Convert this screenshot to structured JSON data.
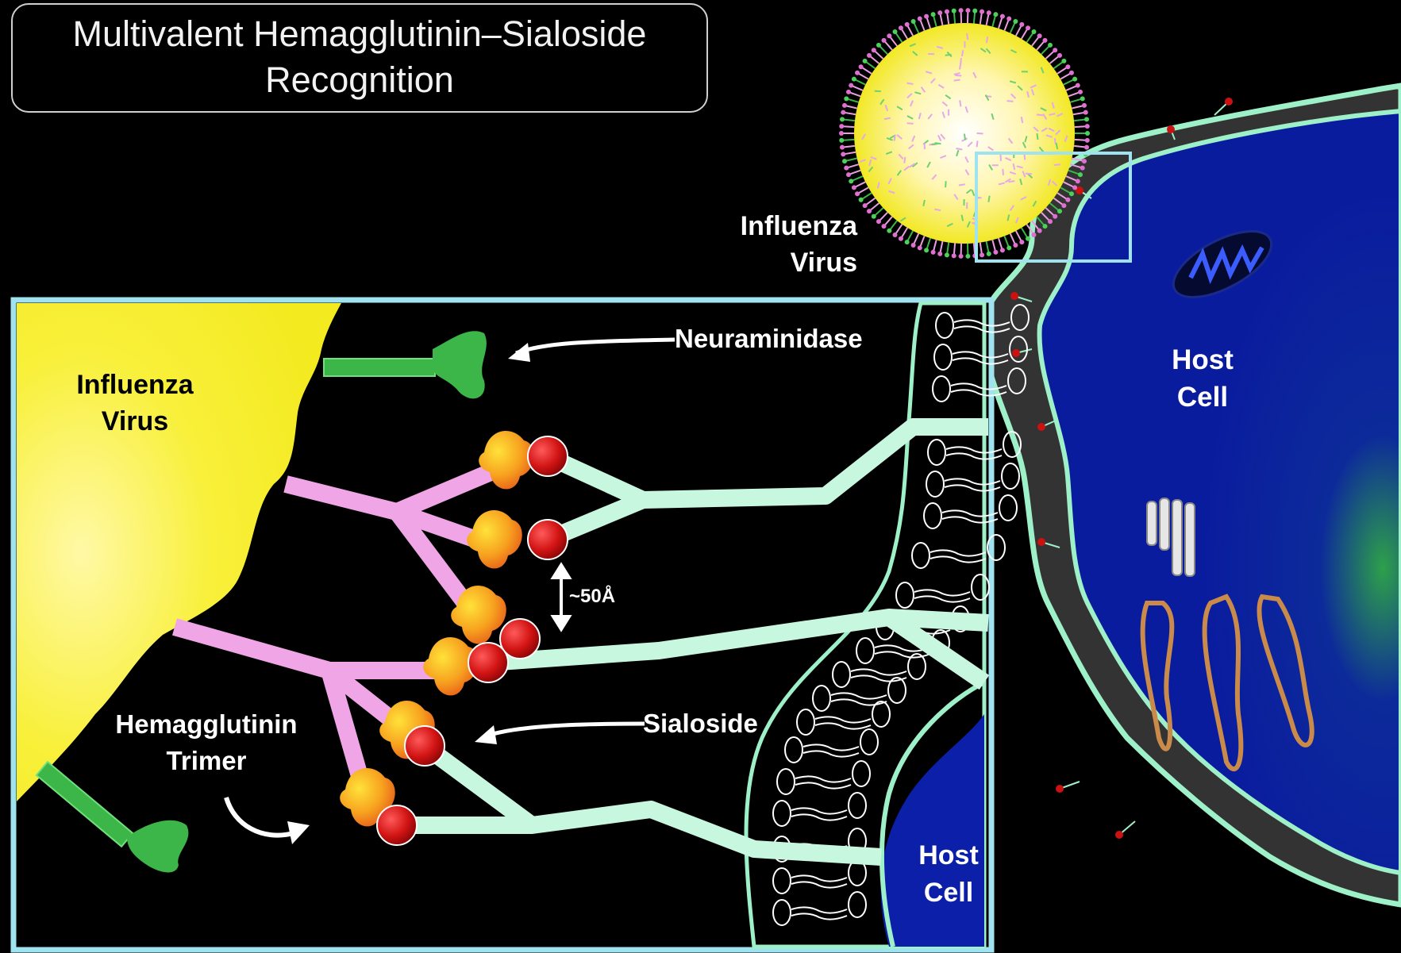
{
  "title": {
    "line1": "Multivalent Hemagglutinin–Sialoside",
    "line2": "Recognition"
  },
  "labels": {
    "influenza_virus_top": {
      "line1": "Influenza",
      "line2": "Virus"
    },
    "host_cell_top": {
      "line1": "Host",
      "line2": "Cell"
    },
    "influenza_virus_inset": {
      "line1": "Influenza",
      "line2": "Virus"
    },
    "neuraminidase": "Neuraminidase",
    "distance": "~50Å",
    "sialoside": "Sialoside",
    "hemagglutinin_trimer": {
      "line1": "Hemagglutinin",
      "line2": "Trimer"
    },
    "host_cell_inset": {
      "line1": "Host",
      "line2": "Cell"
    }
  },
  "colors": {
    "background": "#000000",
    "virus_yellow": "#f6ee2a",
    "host_cell_blue": "#0b1fa8",
    "membrane_green": "#9ef0c8",
    "inset_border": "#9fe3f0",
    "hemagglutinin_pink": "#f0a6e6",
    "neuraminidase_green": "#3cb648",
    "sialic_red": "#cc1111",
    "receptor_orange": "#f28a1c"
  }
}
